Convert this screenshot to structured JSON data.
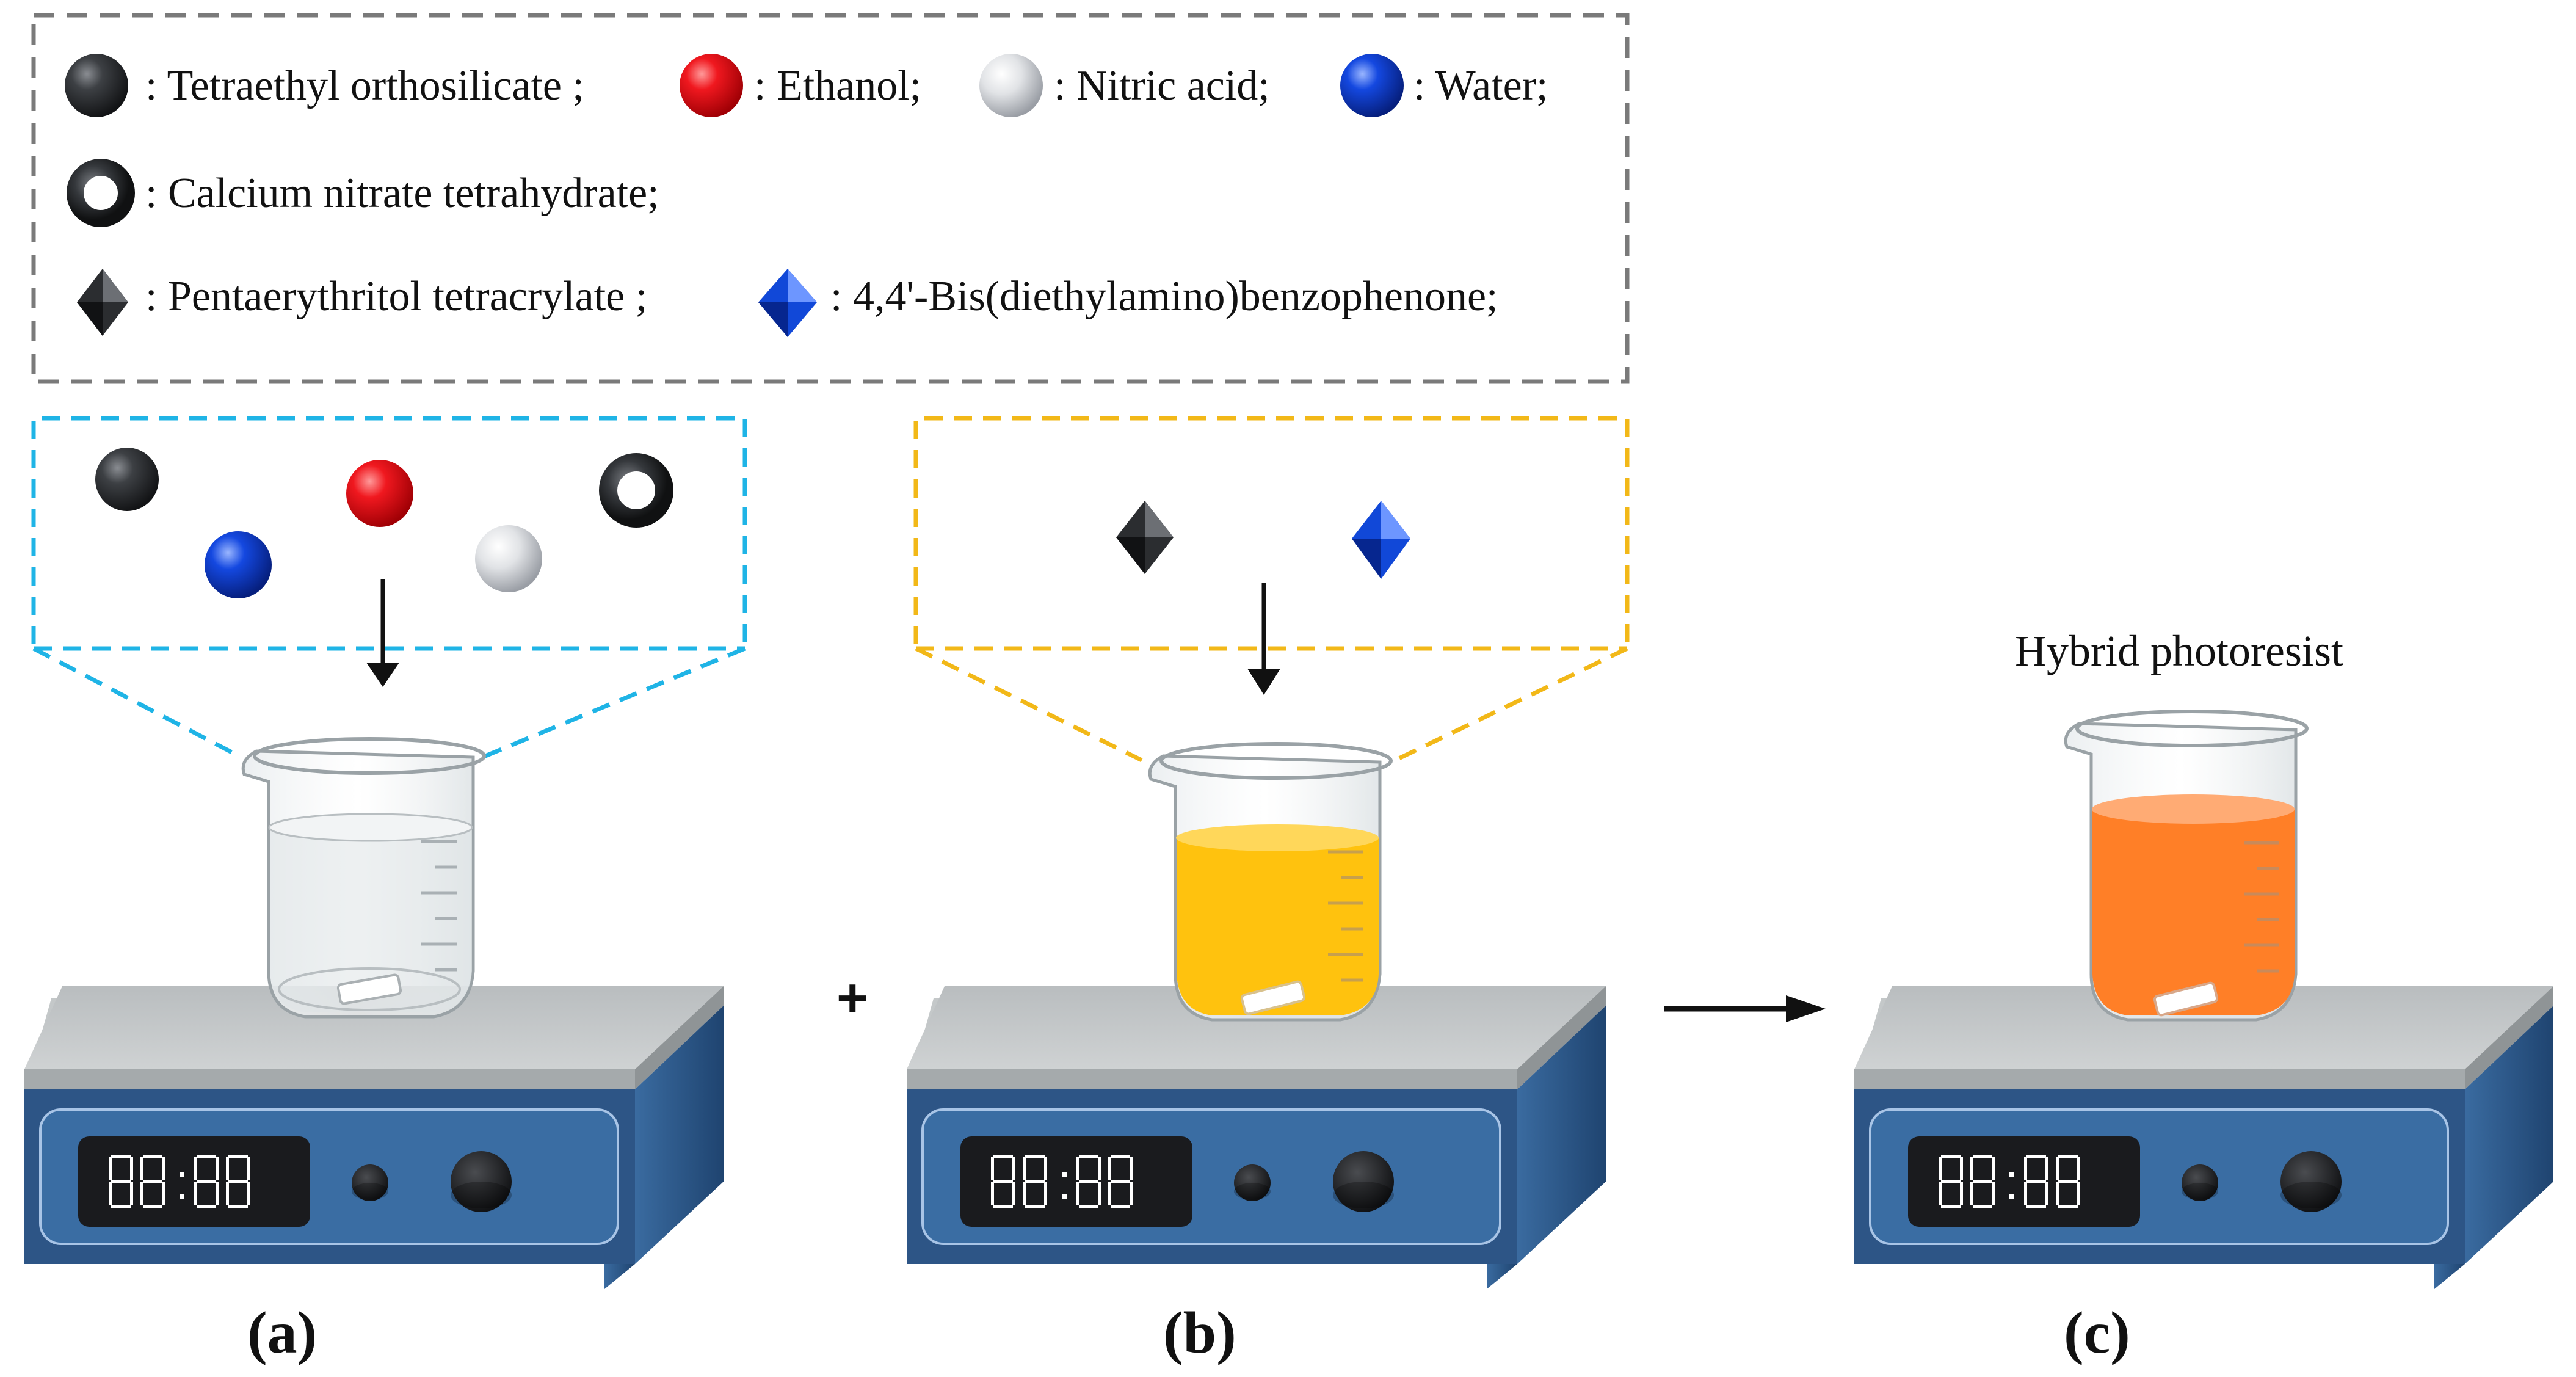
{
  "legend": {
    "items": [
      {
        "icon": "dark-gray-sphere-icon",
        "label": ": Tetraethyl orthosilicate ;"
      },
      {
        "icon": "red-sphere-icon",
        "label": ": Ethanol;"
      },
      {
        "icon": "light-gray-sphere-icon",
        "label": ": Nitric acid;"
      },
      {
        "icon": "blue-sphere-icon",
        "label": ": Water;"
      },
      {
        "icon": "dark-ring-icon",
        "label": ": Calcium nitrate tetrahydrate;"
      },
      {
        "icon": "dark-diamond-icon",
        "label": ": Pentaerythritol tetracrylate ;"
      },
      {
        "icon": "blue-diamond-icon",
        "label": ": 4,4'-Bis(diethylamino)benzophenone;"
      }
    ]
  },
  "colors": {
    "tetraethyl_orthosilicate": "#2b2d30",
    "ethanol": "#e8141b",
    "nitric_acid": "#d6d8dc",
    "water": "#0b3fd1",
    "blue_dash": "#1fb4e6",
    "yellow_dash": "#f2b818",
    "legend_dash": "#7a7a7a",
    "solution_b": "#ffc20e",
    "solution_c": "#ff7f27",
    "stirrer_front": "#2d5586",
    "stirrer_top": "#c8cbcc"
  },
  "operators": {
    "plus": "+"
  },
  "panels": {
    "a": {
      "label": "(a)",
      "display": "88:88"
    },
    "b": {
      "label": "(b)",
      "display": "88:88"
    },
    "c": {
      "label": "(c)",
      "display": "88:88",
      "title": "Hybrid photoresist"
    }
  }
}
